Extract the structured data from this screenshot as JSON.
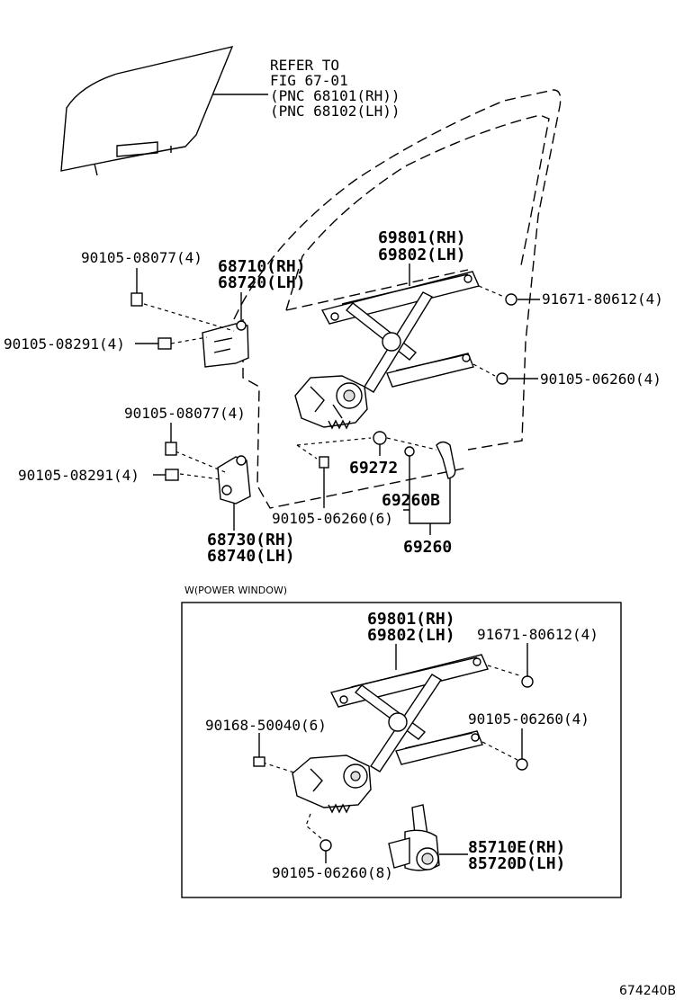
{
  "refer": {
    "line1": "REFER TO",
    "line2": "FIG 67-01",
    "line3": "(PNC 68101(RH))",
    "line4": "(PNC 68102(LH))"
  },
  "upper": {
    "regulator_rh": "69801(RH)",
    "regulator_lh": "69802(LH)",
    "bolt_91671": "91671-80612(4)",
    "bolt_90105_06260_4": "90105-06260(4)",
    "bolt_90105_08077_top": "90105-08077(4)",
    "hinge_upper_rh": "68710(RH)",
    "hinge_upper_lh": "68720(LH)",
    "bolt_90105_08291_top": "90105-08291(4)",
    "bolt_90105_08077_mid": "90105-08077(4)",
    "bolt_90105_08291_mid": "90105-08291(4)",
    "part_69272": "69272",
    "part_69260B": "69260B",
    "bolt_90105_06260_6": "90105-06260(6)",
    "part_69260": "69260",
    "hinge_lower_rh": "68730(RH)",
    "hinge_lower_lh": "68740(LH)"
  },
  "power_window": {
    "title": "W(POWER WINDOW)",
    "regulator_rh": "69801(RH)",
    "regulator_lh": "69802(LH)",
    "bolt_91671": "91671-80612(4)",
    "bolt_90105_06260_4": "90105-06260(4)",
    "screw_90168": "90168-50040(6)",
    "bolt_90105_06260_8": "90105-06260(8)",
    "motor_rh": "85710E(RH)",
    "motor_lh": "85720D(LH)"
  },
  "figure_id": "674240B"
}
